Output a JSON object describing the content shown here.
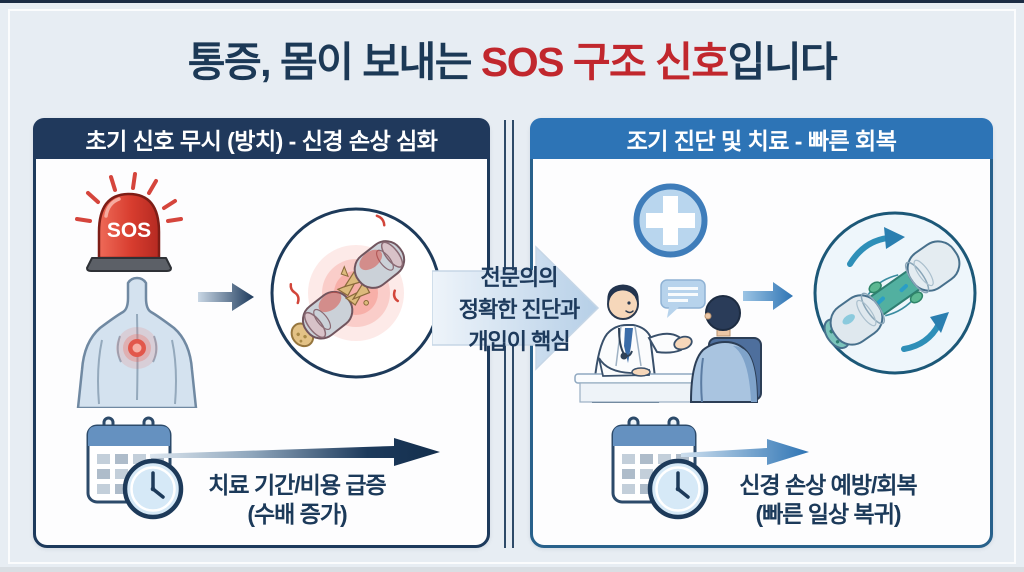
{
  "title": {
    "part1": "통증, 몸이 보내는 ",
    "highlight": "SOS 구조 신호",
    "part2": "입니다"
  },
  "left_panel": {
    "header": "초기 신호 무시 (방치) - 신경 손상 심화",
    "sos_label": "SOS",
    "outcome_line1": "치료 기간/비용 급증",
    "outcome_line2": "(수배 증가)"
  },
  "right_panel": {
    "header": "조기 진단 및 치료 - 빠른 회복",
    "outcome_line1": "신경 손상 예방/회복",
    "outcome_line2": "(빠른 일상 복귀)"
  },
  "center_arrow": {
    "text": "전문의의\n정확한 진단과\n개입이 핵심"
  },
  "icons": {
    "left": [
      "sos-siren-icon",
      "back-pain-figure",
      "arrow-right-icon",
      "damaged-nerve-illustration",
      "calendar-clock-icon",
      "timeline-arrow"
    ],
    "right": [
      "medical-cross-icon",
      "doctor-consultation-illustration",
      "speech-bubble-icon",
      "arrow-right-icon",
      "healing-nerve-illustration",
      "calendar-clock-icon",
      "timeline-arrow"
    ]
  },
  "colors": {
    "background": "#e7edf3",
    "title_navy": "#1c3956",
    "accent_red": "#c1272d",
    "left_header_bg": "#20395c",
    "left_border": "#1d3a5c",
    "right_header_bg": "#2d74b6",
    "right_border": "#28618b",
    "arrow_navy": "#132e4c",
    "arrow_blue": "#2e74b4",
    "siren_red": "#cc3a2e",
    "heal_teal": "#52b0a0"
  }
}
